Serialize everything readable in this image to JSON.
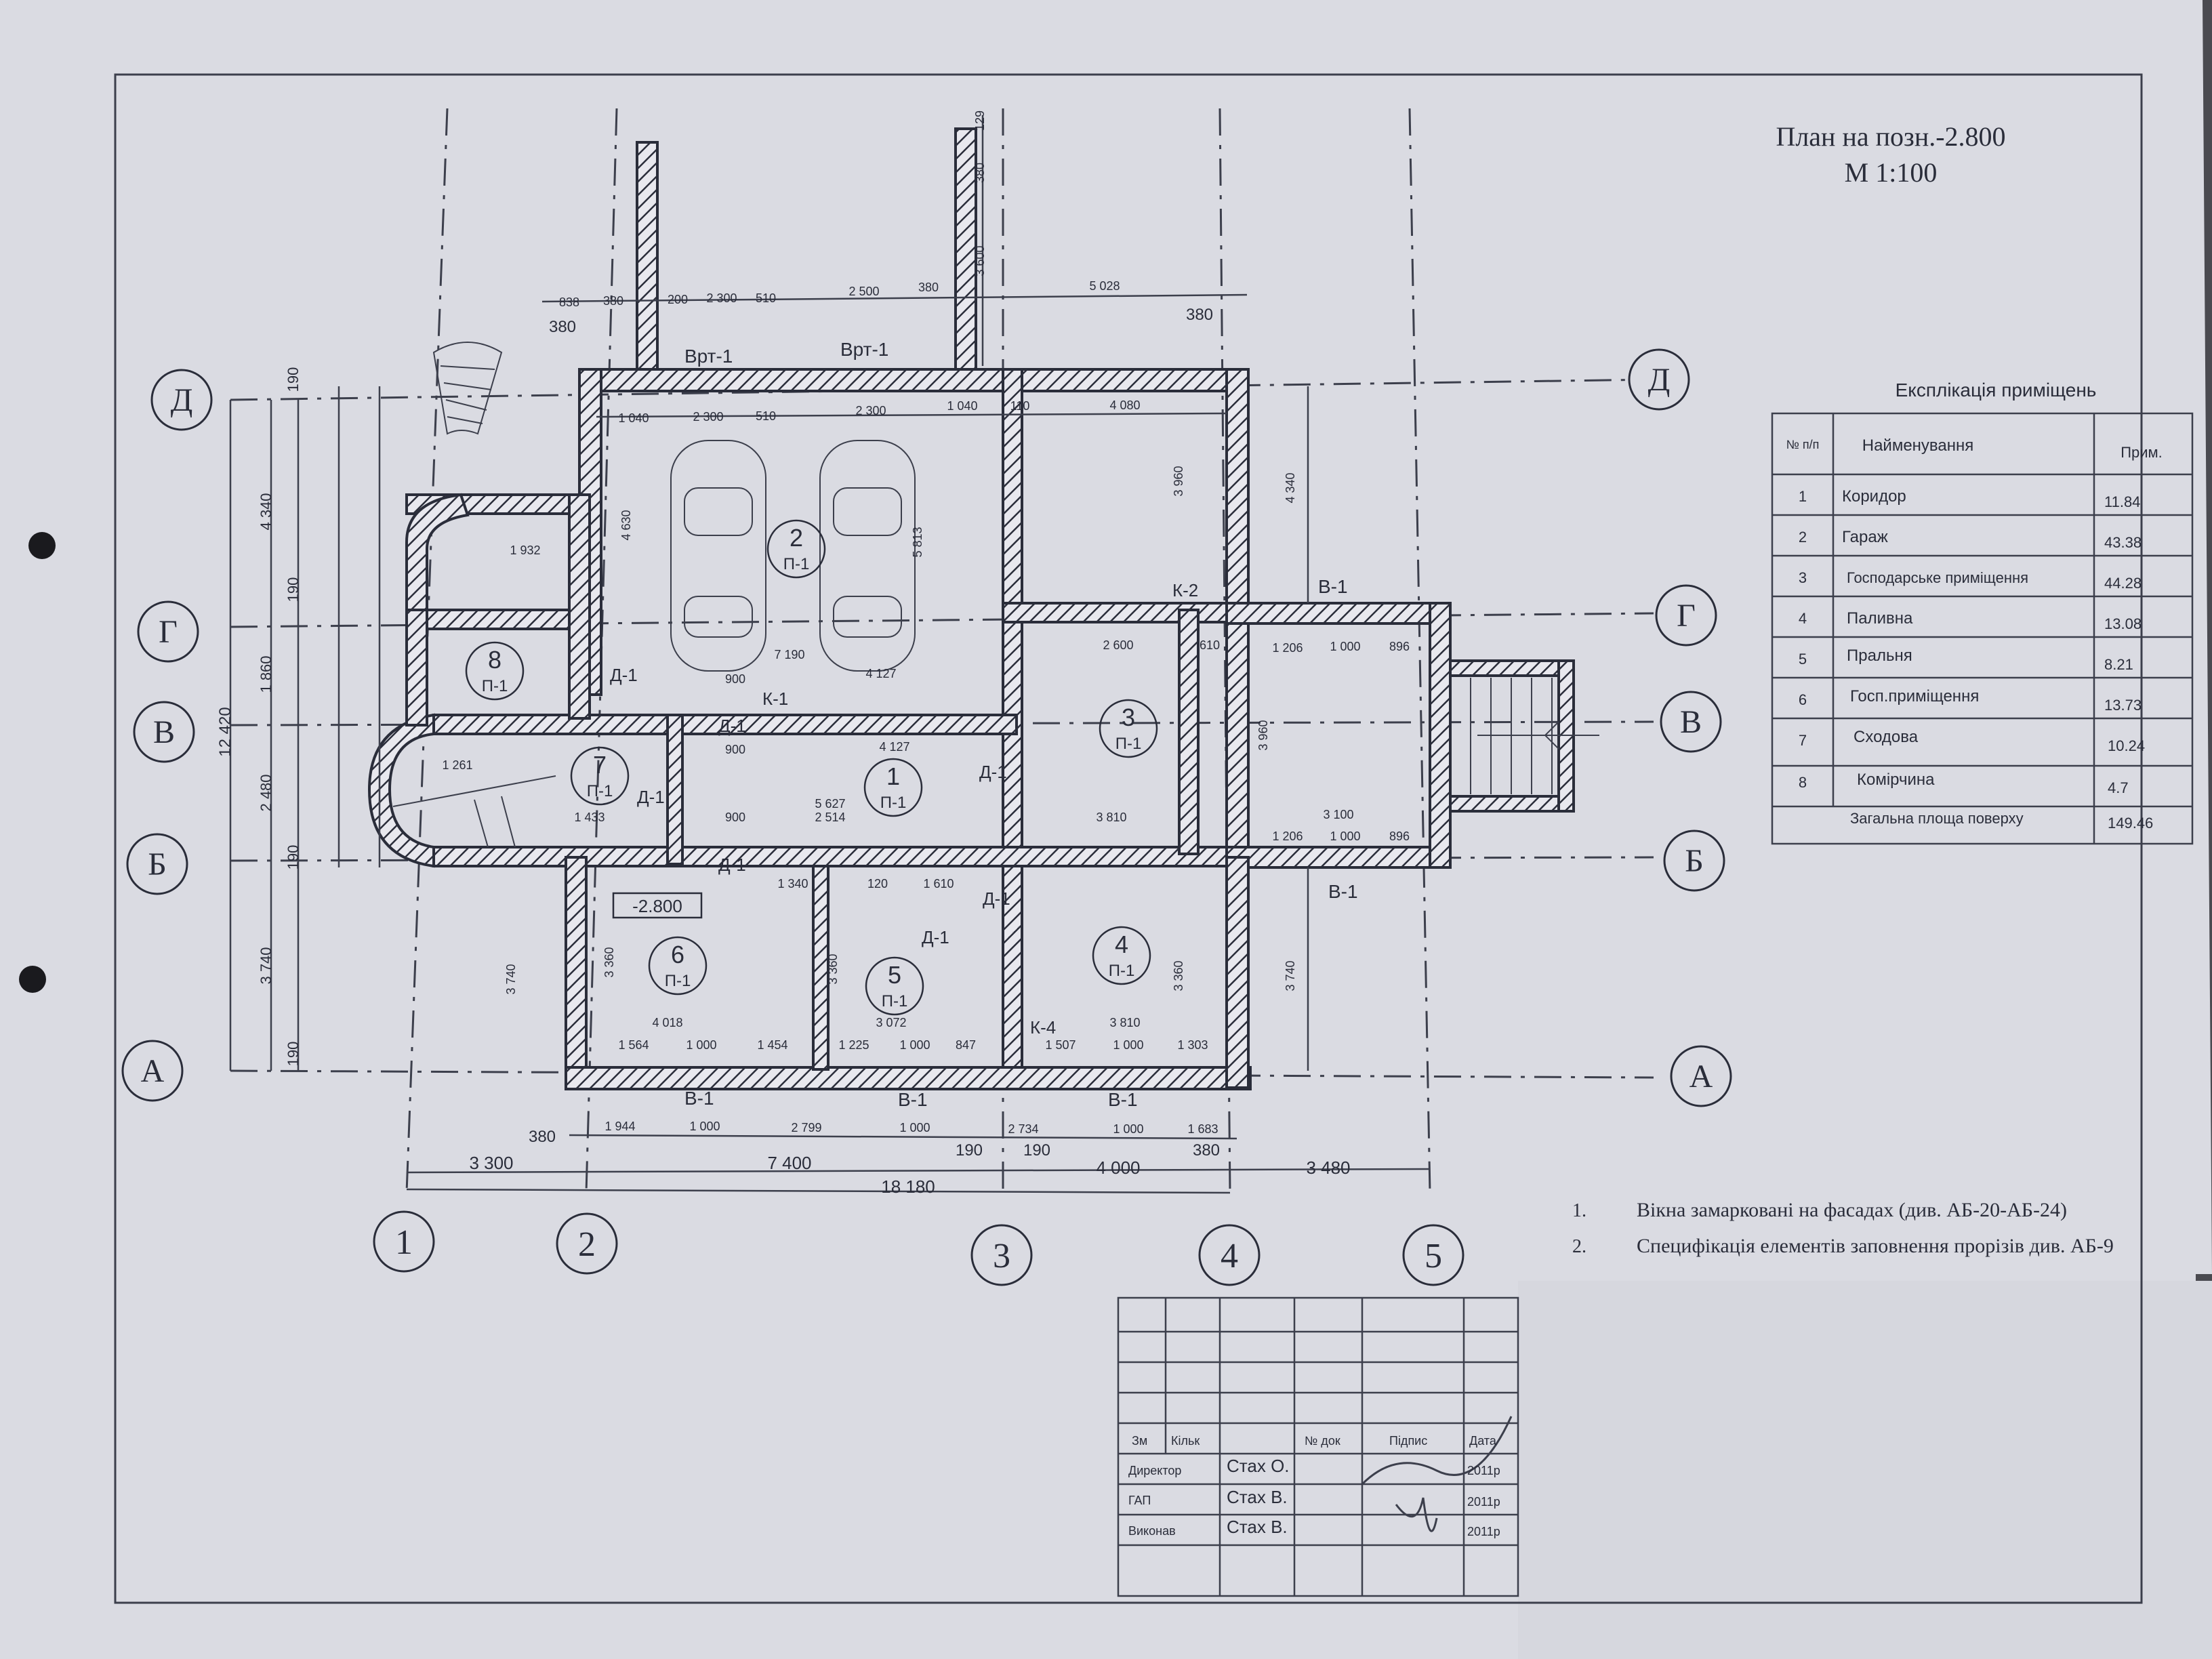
{
  "title": {
    "line1": "План на позн.-2.800",
    "line2": "М 1:100"
  },
  "explication": {
    "heading": "Експлікація приміщень",
    "col_no": "№ п/п",
    "col_name": "Найменування",
    "col_note": "Прим.",
    "rows": [
      {
        "no": "1",
        "name": "Коридор",
        "area": "11.84"
      },
      {
        "no": "2",
        "name": "Гараж",
        "area": "43.38"
      },
      {
        "no": "3",
        "name": "Господарське приміщення",
        "area": "44.28"
      },
      {
        "no": "4",
        "name": "Паливна",
        "area": "13.08"
      },
      {
        "no": "5",
        "name": "Пральня",
        "area": "8.21"
      },
      {
        "no": "6",
        "name": "Госп.приміщення",
        "area": "13.73"
      },
      {
        "no": "7",
        "name": "Сходова",
        "area": "10.24"
      },
      {
        "no": "8",
        "name": "Комірчина",
        "area": "4.7"
      }
    ],
    "total_label": "Загальна площа поверху",
    "total_value": "149.46"
  },
  "notes": [
    {
      "no": "1.",
      "text": "Вікна замарковані на фасадах (див. АБ-20-АБ-24)"
    },
    {
      "no": "2.",
      "text": "Специфікація елементів заповнення прорізів див. АБ-9"
    }
  ],
  "axes": {
    "letters": [
      "Д",
      "Г",
      "В",
      "Б",
      "А"
    ],
    "numbers": [
      "1",
      "2",
      "3",
      "4",
      "5"
    ]
  },
  "rooms": [
    {
      "no": "1",
      "code": "П-1"
    },
    {
      "no": "2",
      "code": "П-1"
    },
    {
      "no": "3",
      "code": "П-1"
    },
    {
      "no": "4",
      "code": "П-1"
    },
    {
      "no": "5",
      "code": "П-1"
    },
    {
      "no": "6",
      "code": "П-1"
    },
    {
      "no": "7",
      "code": "П-1"
    },
    {
      "no": "8",
      "code": "П-1"
    }
  ],
  "level_mark": "-2.800",
  "openings": {
    "gate": "Врт-1",
    "window": "В-1",
    "door": "Д-1",
    "k1": "К-1",
    "k2": "К-2",
    "k4": "К-4"
  },
  "dims": {
    "overall": "18 180",
    "bays": [
      "3 300",
      "7 400",
      "4 000",
      "3 480"
    ],
    "left_total": "12 420",
    "left_bays": [
      "4 340",
      "1 860",
      "2 480",
      "3 740"
    ],
    "top_chain": [
      "838",
      "380",
      "200",
      "2 300",
      "510",
      "2 500",
      "380",
      "5 028"
    ],
    "inner_top": [
      "1 040",
      "2 300",
      "510",
      "2 300",
      "1 040",
      "110",
      "4 080"
    ],
    "bottom_chain": [
      "1 944",
      "1 000",
      "2 799",
      "1 000",
      "2 734",
      "1 000",
      "1 683"
    ],
    "bottom_inner": [
      "1 564",
      "1 000",
      "1 454",
      "1 225",
      "1 000",
      "847",
      "1 507",
      "1 000",
      "1 303"
    ],
    "room_widths": [
      "4 018",
      "3 072",
      "3 810"
    ],
    "room_height": "3 360",
    "misc_380": "380",
    "misc_190": "190",
    "v_3600": "3 600",
    "v_129": "129",
    "v_3960": "3 960",
    "v_5813": "5 813",
    "v_4630": "4 630",
    "v_3740": "3 740",
    "v_4340": "4 340",
    "r_3100": "3 100",
    "r_1206": "1 206",
    "r_896": "896",
    "r_1000": "1 000",
    "c_7190": "7 190",
    "c_4127": "4 127",
    "c_5627": "5 627",
    "c_2514": "2 514",
    "c_3810": "3 810",
    "c_2600": "2 600",
    "c_610": "610",
    "c_1932": "1 932",
    "c_1261": "1 261",
    "c_1433": "1 433",
    "c_1340": "1 340",
    "c_1610": "1 610",
    "c_120": "120",
    "c_900": "900"
  },
  "stamp": {
    "header": [
      "Зм",
      "Кільк",
      "№ док",
      "Підпис",
      "Дата"
    ],
    "rows": [
      {
        "role": "Директор",
        "name": "Стах О.",
        "date": "2011р"
      },
      {
        "role": "ГАП",
        "name": "Стах В.",
        "date": "2011р"
      },
      {
        "role": "Виконав",
        "name": "Стах В.",
        "date": "2011р"
      }
    ]
  }
}
